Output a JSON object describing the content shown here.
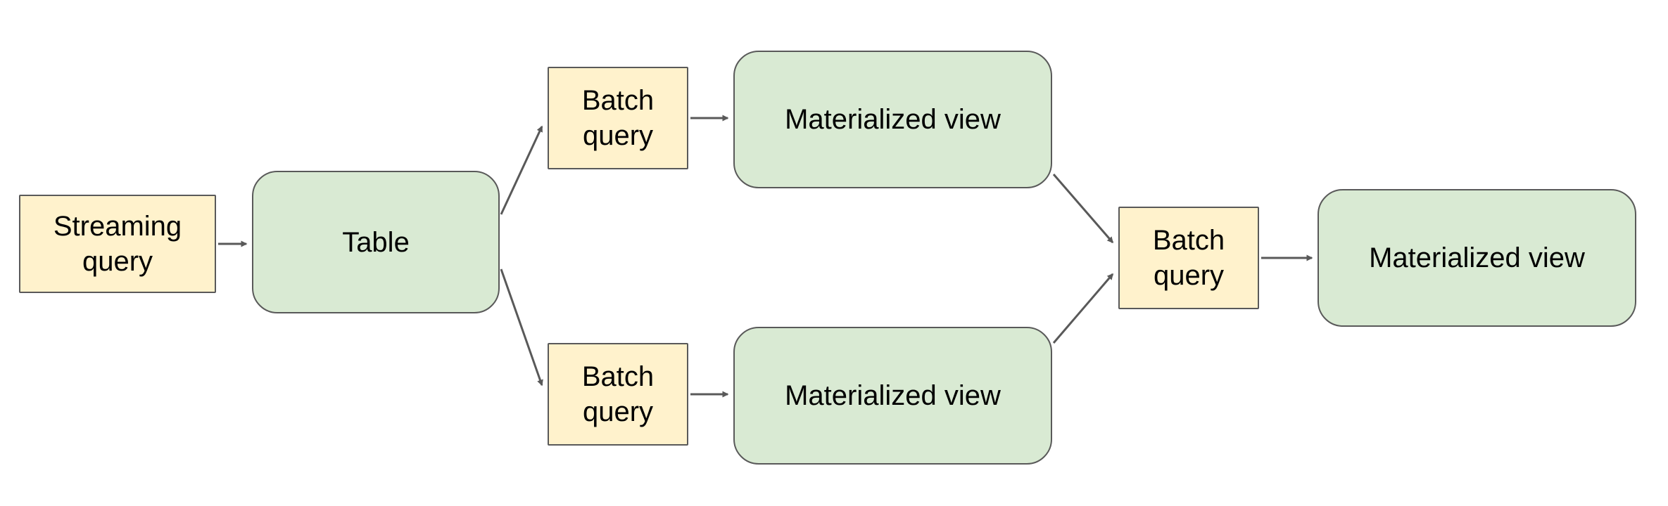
{
  "diagram": {
    "title": "streaming-to-materialized-view-pipeline",
    "colors": {
      "query_fill": "#fff2cc",
      "dataset_fill": "#d9ead3",
      "border": "#595959",
      "arrow": "#595959",
      "text": "#000000",
      "background": "#ffffff"
    },
    "nodes": {
      "streaming_query": {
        "label": "Streaming query",
        "shape": "rectangle",
        "fill": "#fff2cc"
      },
      "table": {
        "label": "Table",
        "shape": "rounded-rectangle",
        "fill": "#d9ead3"
      },
      "batch_query_top": {
        "label": "Batch query",
        "shape": "rectangle",
        "fill": "#fff2cc"
      },
      "materialized_view_top": {
        "label": "Materialized view",
        "shape": "rounded-rectangle",
        "fill": "#d9ead3"
      },
      "batch_query_bottom": {
        "label": "Batch query",
        "shape": "rectangle",
        "fill": "#fff2cc"
      },
      "materialized_view_bottom": {
        "label": "Materialized view",
        "shape": "rounded-rectangle",
        "fill": "#d9ead3"
      },
      "batch_query_final": {
        "label": "Batch query",
        "shape": "rectangle",
        "fill": "#fff2cc"
      },
      "materialized_view_final": {
        "label": "Materialized view",
        "shape": "rounded-rectangle",
        "fill": "#d9ead3"
      }
    },
    "edges": [
      {
        "from": "streaming_query",
        "to": "table"
      },
      {
        "from": "table",
        "to": "batch_query_top"
      },
      {
        "from": "table",
        "to": "batch_query_bottom"
      },
      {
        "from": "batch_query_top",
        "to": "materialized_view_top"
      },
      {
        "from": "batch_query_bottom",
        "to": "materialized_view_bottom"
      },
      {
        "from": "materialized_view_top",
        "to": "batch_query_final"
      },
      {
        "from": "materialized_view_bottom",
        "to": "batch_query_final"
      },
      {
        "from": "batch_query_final",
        "to": "materialized_view_final"
      }
    ]
  }
}
